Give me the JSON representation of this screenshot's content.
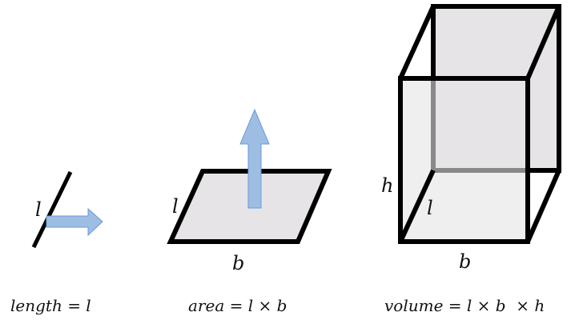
{
  "colors": {
    "stroke": "#000000",
    "fill": "#e6e4e6",
    "arrow_fill": "#9dbde3",
    "arrow_stroke": "#6a9bd4"
  },
  "length_figure": {
    "label_l": "l",
    "formula": "length = l"
  },
  "area_figure": {
    "label_l": "l",
    "label_b": "b",
    "formula": "area = l × b"
  },
  "volume_figure": {
    "label_h": "h",
    "label_l": "l",
    "label_b": "b",
    "formula": "volume = l × b  × h"
  }
}
